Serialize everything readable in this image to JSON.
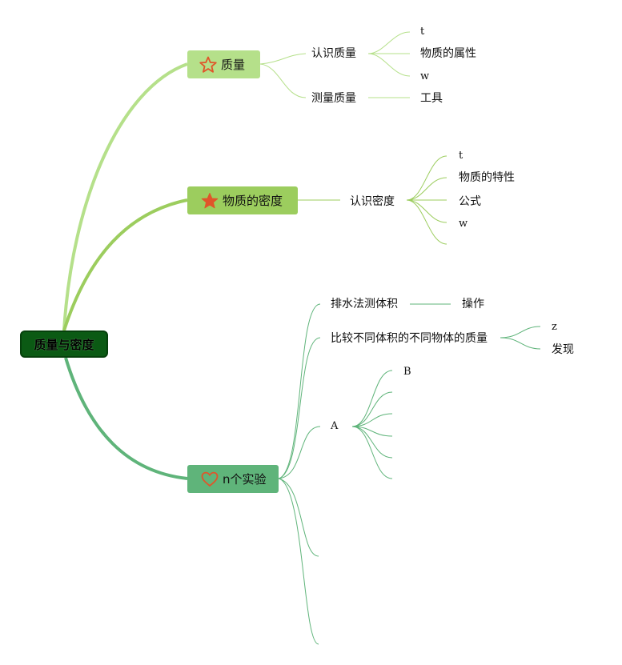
{
  "root": {
    "label": "质量与密度"
  },
  "branches": [
    {
      "label": "质量",
      "icon": "star-outline-icon",
      "children": [
        {
          "label": "认识质量",
          "children": [
            "t",
            "物质的属性",
            "w"
          ]
        },
        {
          "label": "测量质量",
          "children": [
            "工具"
          ]
        }
      ]
    },
    {
      "label": "物质的密度",
      "icon": "star-filled-icon",
      "children": [
        {
          "label": "认识密度",
          "children": [
            "t",
            "物质的特性",
            "公式",
            "w"
          ]
        }
      ]
    },
    {
      "label": "n个实验",
      "icon": "heart-outline-icon",
      "children": [
        {
          "label": "排水法测体积",
          "children": [
            "操作"
          ]
        },
        {
          "label": "比较不同体积的不同物体的质量",
          "children": [
            "z",
            "发现"
          ]
        },
        {
          "label": "A",
          "children": [
            "B"
          ]
        }
      ]
    }
  ],
  "colors": {
    "root": "#0b5a14",
    "branch1": "#b5e08a",
    "branch2": "#9ccd5e",
    "branch3": "#5fb47a",
    "icon": "#e0552a"
  }
}
